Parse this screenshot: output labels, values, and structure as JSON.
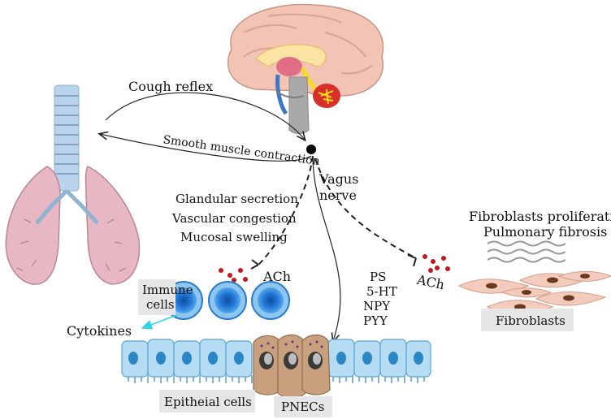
{
  "labels": {
    "cough_reflex": "Cough reflex",
    "smooth_muscle": "Smooth muscle contraction",
    "vagus": "Vagus",
    "nerve": "nerve",
    "glandular": "Glandular secretion",
    "vascular": "Vascular congestion",
    "mucosal": "Mucosal swelling",
    "fibroblasts_prolif": "Fibroblasts proliferation",
    "pulmonary_fibrosis": "Pulmonary fibrosis",
    "ach_left": "ACh",
    "ach_right": "ACh",
    "immune_1": "Immune",
    "immune_2": "cells",
    "cytokines": "Cytokines",
    "ps": "PS",
    "ht5": "5-HT",
    "npy": "NPY",
    "pyy": "PYY",
    "fibroblasts": "Fibroblasts",
    "epithelial": "Epitheial cells",
    "pnecs": "PNECs"
  },
  "colors": {
    "lung_fill": "#e7b7c4",
    "trachea": "#b9d4ea",
    "cell_blue": "#2e8ad8",
    "epi_fill": "#b6dcf3",
    "pnec_fill": "#c9a07d",
    "fibro_fill": "#f2cbbc",
    "ach_dot": "#c0181e",
    "cyan_arrow": "#2fd3e6",
    "label_box": "#e6e6e6",
    "brain_fill": "#f3c3b3"
  }
}
